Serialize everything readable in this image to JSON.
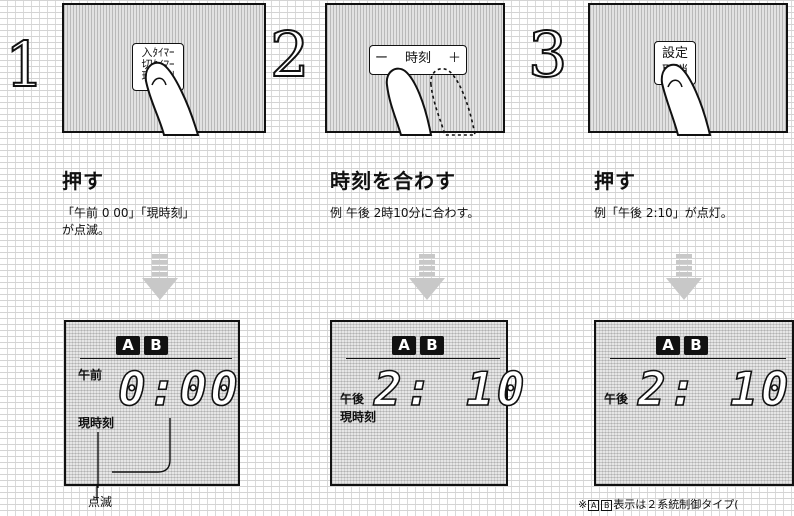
{
  "steps": [
    {
      "number": "1",
      "button_lines": [
        "入ﾀｲﾏｰ",
        "切ﾀｲﾏｰ",
        "現時刻"
      ],
      "heading": "押す",
      "description_lines": [
        "「午前 0 00」「現時刻」",
        "が点滅。"
      ],
      "display": {
        "badge_a": "A",
        "badge_b": "B",
        "ampm": "午前",
        "time": "0:00",
        "genjikoku": "現時刻"
      }
    },
    {
      "number": "2",
      "button_minus": "ー",
      "button_label": "時刻",
      "button_plus": "＋",
      "heading": "時刻を合わす",
      "description_lines": [
        "例  午後  2時10分に合わす。"
      ],
      "display": {
        "badge_a": "A",
        "badge_b": "B",
        "ampm": "午後",
        "time": "2: 10",
        "genjikoku": "現時刻"
      }
    },
    {
      "number": "3",
      "button_lines": [
        "設定",
        "取消"
      ],
      "heading": "押す",
      "description_lines": [
        "例「午後  2:10」が点灯。"
      ],
      "display": {
        "badge_a": "A",
        "badge_b": "B",
        "ampm": "午後",
        "time": "2: 10"
      }
    }
  ],
  "blink_label": "点滅",
  "footnote": {
    "prefix": "※",
    "badge_a": "A",
    "badge_b": "B",
    "text": "表示は２系統制御タイプ("
  },
  "colors": {
    "ink": "#111111",
    "panel": "#e2e2e2",
    "arrow": "#c8c8c8"
  }
}
